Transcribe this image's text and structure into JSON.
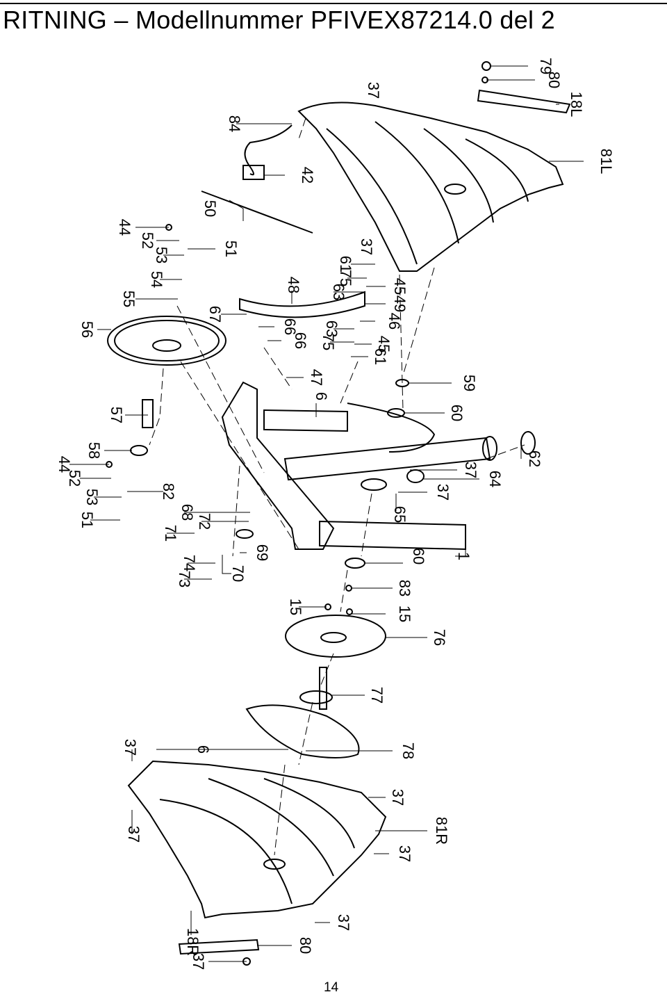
{
  "header": {
    "title": "RITNING – Modellnummer PFIVEX87214.0 del 2"
  },
  "footer": {
    "page_number": "14"
  },
  "part_labels": [
    "79",
    "80",
    "18L",
    "81L",
    "37",
    "84",
    "42",
    "50",
    "44",
    "52",
    "53",
    "54",
    "55",
    "51",
    "56",
    "48",
    "67",
    "66",
    "66",
    "61",
    "75",
    "63",
    "37",
    "45",
    "49",
    "46",
    "63",
    "75",
    "45",
    "61",
    "47",
    "6",
    "59",
    "60",
    "57",
    "58",
    "62",
    "37",
    "64",
    "44",
    "52",
    "53",
    "51",
    "82",
    "68",
    "72",
    "71",
    "37",
    "65",
    "69",
    "74",
    "70",
    "73",
    "60",
    "1",
    "83",
    "15",
    "15",
    "76",
    "77",
    "6",
    "37",
    "78",
    "37",
    "81R",
    "37",
    "37",
    "37",
    "18R",
    "80",
    "37"
  ]
}
